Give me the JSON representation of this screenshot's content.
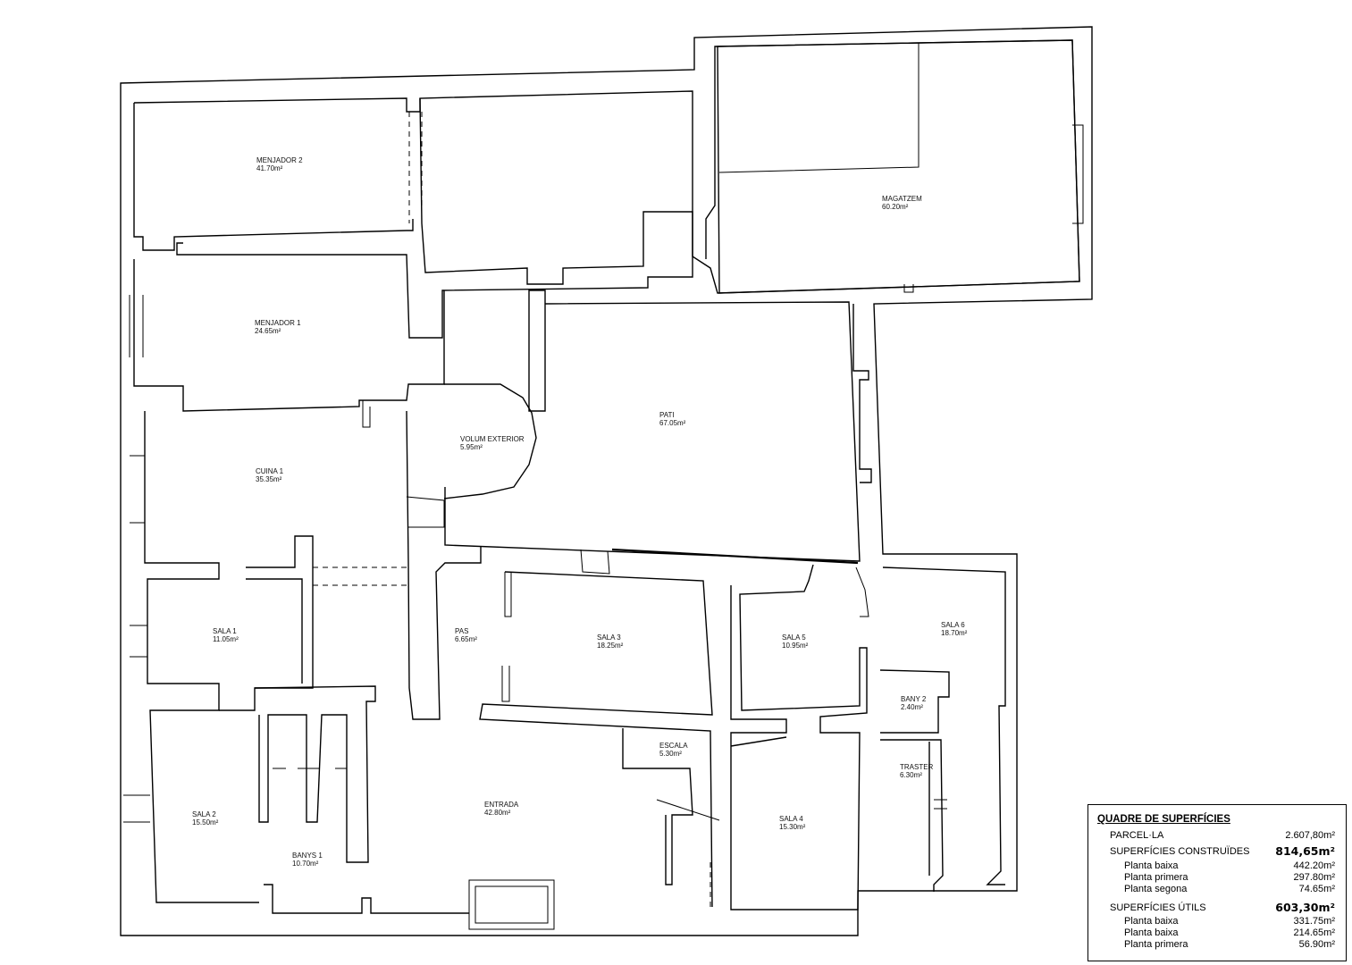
{
  "rooms": [
    {
      "id": "menjador-2",
      "name": "MENJADOR 2",
      "area": "41.70m²"
    },
    {
      "id": "menjador-1",
      "name": "MENJADOR 1",
      "area": "24.65m²"
    },
    {
      "id": "magatzem",
      "name": "MAGATZEM",
      "area": "60.20m²"
    },
    {
      "id": "pati",
      "name": "PATI",
      "area": "67.05m²"
    },
    {
      "id": "volum-exterior",
      "name": "VOLUM EXTERIOR",
      "area": "5.95m²"
    },
    {
      "id": "cuina-1",
      "name": "CUINA 1",
      "area": "35.35m²"
    },
    {
      "id": "sala-1",
      "name": "SALA 1",
      "area": "11.05m²"
    },
    {
      "id": "pas",
      "name": "PAS",
      "area": "6.65m²"
    },
    {
      "id": "sala-3",
      "name": "SALA 3",
      "area": "18.25m²"
    },
    {
      "id": "sala-5",
      "name": "SALA 5",
      "area": "10.95m²"
    },
    {
      "id": "sala-6",
      "name": "SALA 6",
      "area": "18.70m²"
    },
    {
      "id": "bany-2",
      "name": "BANY 2",
      "area": "2.40m²"
    },
    {
      "id": "escala",
      "name": "ESCALA",
      "area": "5.30m²"
    },
    {
      "id": "traster",
      "name": "TRASTER",
      "area": "6.30m²"
    },
    {
      "id": "sala-2",
      "name": "SALA 2",
      "area": "15.50m²"
    },
    {
      "id": "entrada",
      "name": "ENTRADA",
      "area": "42.80m²"
    },
    {
      "id": "sala-4",
      "name": "SALA 4",
      "area": "15.30m²"
    },
    {
      "id": "banys-1",
      "name": "BANYS 1",
      "area": "10.70m²"
    }
  ],
  "legend": {
    "title": "QUADRE DE SUPERFÍCIES",
    "parcela": {
      "label": "PARCEL·LA",
      "value": "2.607,80m²"
    },
    "construides": {
      "label": "SUPERFÍCIES CONSTRUÏDES",
      "total": "814,65m²",
      "rows": [
        {
          "label": "Planta baixa",
          "value": "442.20m²"
        },
        {
          "label": "Planta primera",
          "value": "297.80m²"
        },
        {
          "label": "Planta segona",
          "value": "74.65m²"
        }
      ]
    },
    "utils": {
      "label": "SUPERFÍCIES ÚTILS",
      "total": "603,30m²",
      "rows": [
        {
          "label": "Planta baixa",
          "value": "331.75m²"
        },
        {
          "label": "Planta baixa",
          "value": "214.65m²"
        },
        {
          "label": "Planta primera",
          "value": "56.90m²"
        }
      ]
    }
  }
}
